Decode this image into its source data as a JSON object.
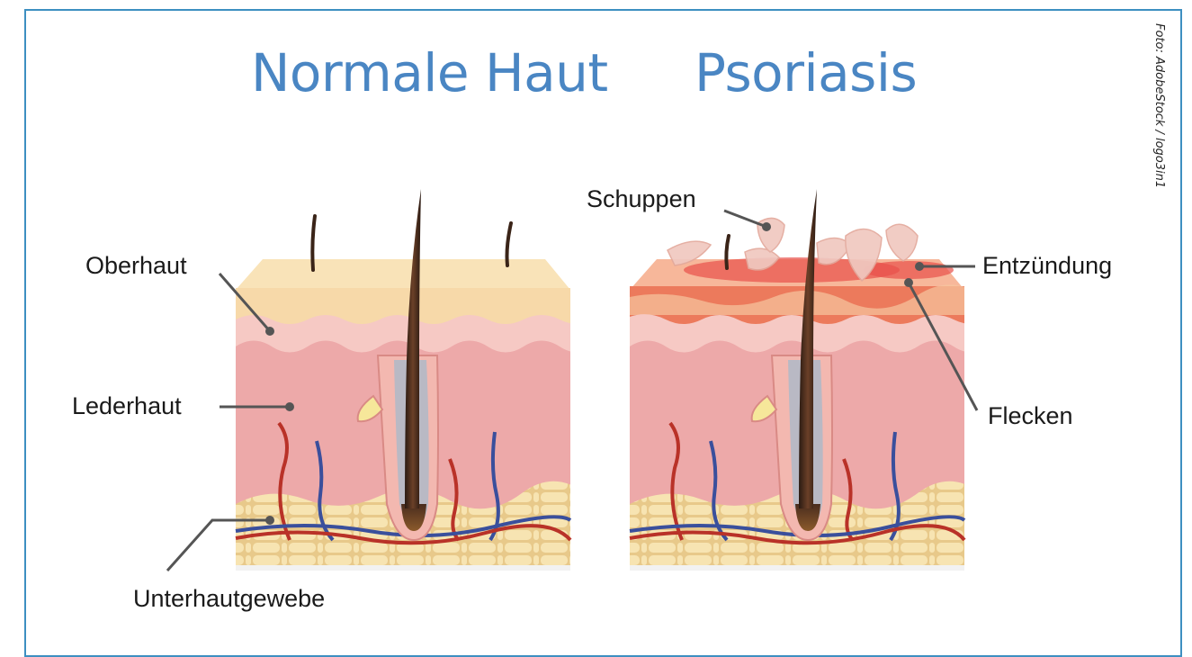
{
  "titles": {
    "normal": "Normale Haut",
    "psoriasis": "Psoriasis"
  },
  "credit": "Foto: AdobeStock / logo3in1",
  "labels": {
    "oberhaut": "Oberhaut",
    "lederhaut": "Lederhaut",
    "unterhautgewebe": "Unterhautgewebe",
    "schuppen": "Schuppen",
    "entzuendung": "Entzündung",
    "flecken": "Flecken"
  },
  "colors": {
    "frame": "#3d8fc1",
    "title": "#4a86c3",
    "epidermis": "#f7d9a9",
    "dermis": "#eda9a9",
    "fat": "#f3dfa0",
    "inflammation": "#e8504a",
    "artery": "#b93228",
    "vein": "#3a4f9c",
    "hair": "#4a2c1e"
  }
}
